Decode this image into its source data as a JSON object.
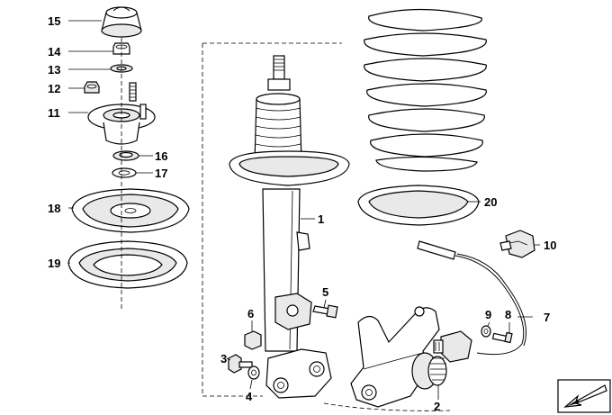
{
  "diagram": {
    "parts": [
      {
        "number": "1"
      },
      {
        "number": "2"
      },
      {
        "number": "3"
      },
      {
        "number": "4"
      },
      {
        "number": "5"
      },
      {
        "number": "6"
      },
      {
        "number": "7"
      },
      {
        "number": "8"
      },
      {
        "number": "9"
      },
      {
        "number": "10"
      },
      {
        "number": "11"
      },
      {
        "number": "12"
      },
      {
        "number": "13"
      },
      {
        "number": "14"
      },
      {
        "number": "15"
      },
      {
        "number": "16"
      },
      {
        "number": "17"
      },
      {
        "number": "18"
      },
      {
        "number": "19"
      },
      {
        "number": "20"
      }
    ],
    "icons": [
      "direction-arrow-icon"
    ]
  }
}
